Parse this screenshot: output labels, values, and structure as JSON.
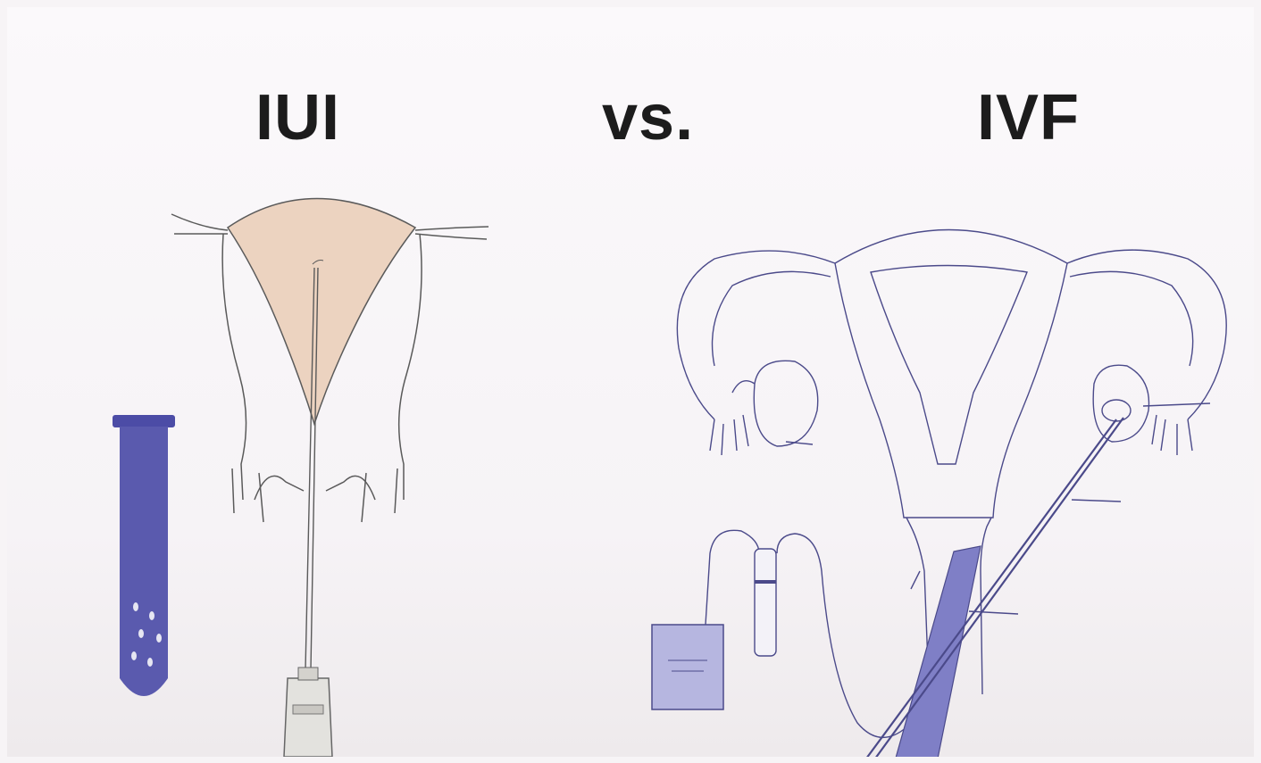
{
  "heading": {
    "left": "IUI",
    "middle": "vs.",
    "right": "IVF"
  },
  "colors": {
    "uterus_fill": "#ecd3c0",
    "line_dark": "#4a4a4a",
    "ivf_line": "#4b4a8a",
    "tube_fill": "#5a5aae",
    "probe_fill": "#7f7fc6",
    "box_fill": "#b6b6e0"
  },
  "icons": [
    "test-tube-icon",
    "syringe-icon",
    "suction-pump-icon",
    "collection-tube-icon",
    "ultrasound-probe-icon",
    "aspiration-needle-icon"
  ]
}
